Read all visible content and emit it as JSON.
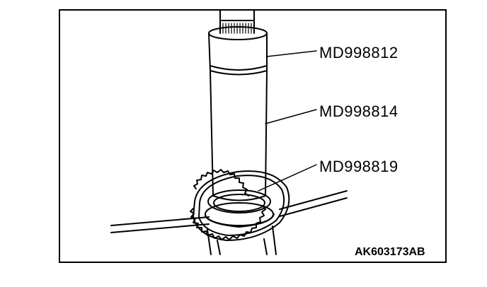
{
  "callouts": {
    "tool_1": "MD998812",
    "tool_2": "MD998814",
    "tool_3": "MD998819"
  },
  "figure_id": "AK603173AB",
  "colors": {
    "line": "#000000",
    "background": "#ffffff"
  }
}
